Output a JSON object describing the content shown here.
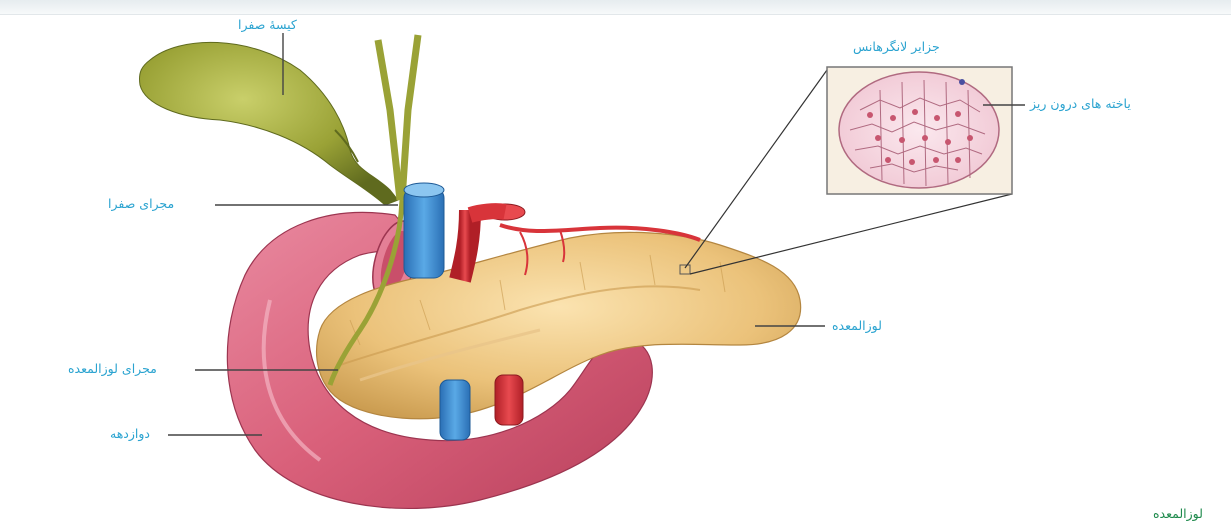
{
  "labels": {
    "gallbladder": "کیسهٔ صفرا",
    "bile_duct": "مجرای صفرا",
    "pancreatic_duct": "مجرای لوزالمعده",
    "duodenum": "دوازدهه",
    "islets": "جزایر لانگرهانس",
    "endocrine_cells": "یاخته های درون ریز",
    "pancreas": "لوزالمعده"
  },
  "caption": "لوزالمعده",
  "colors": {
    "label_blue": "#2aa3d0",
    "caption_green": "#1e8a4c",
    "gallbladder": "#9aa236",
    "duodenum": "#d9607a",
    "pancreas": "#ebc27a",
    "vein": "#3d8fd1",
    "artery": "#d8343a"
  }
}
